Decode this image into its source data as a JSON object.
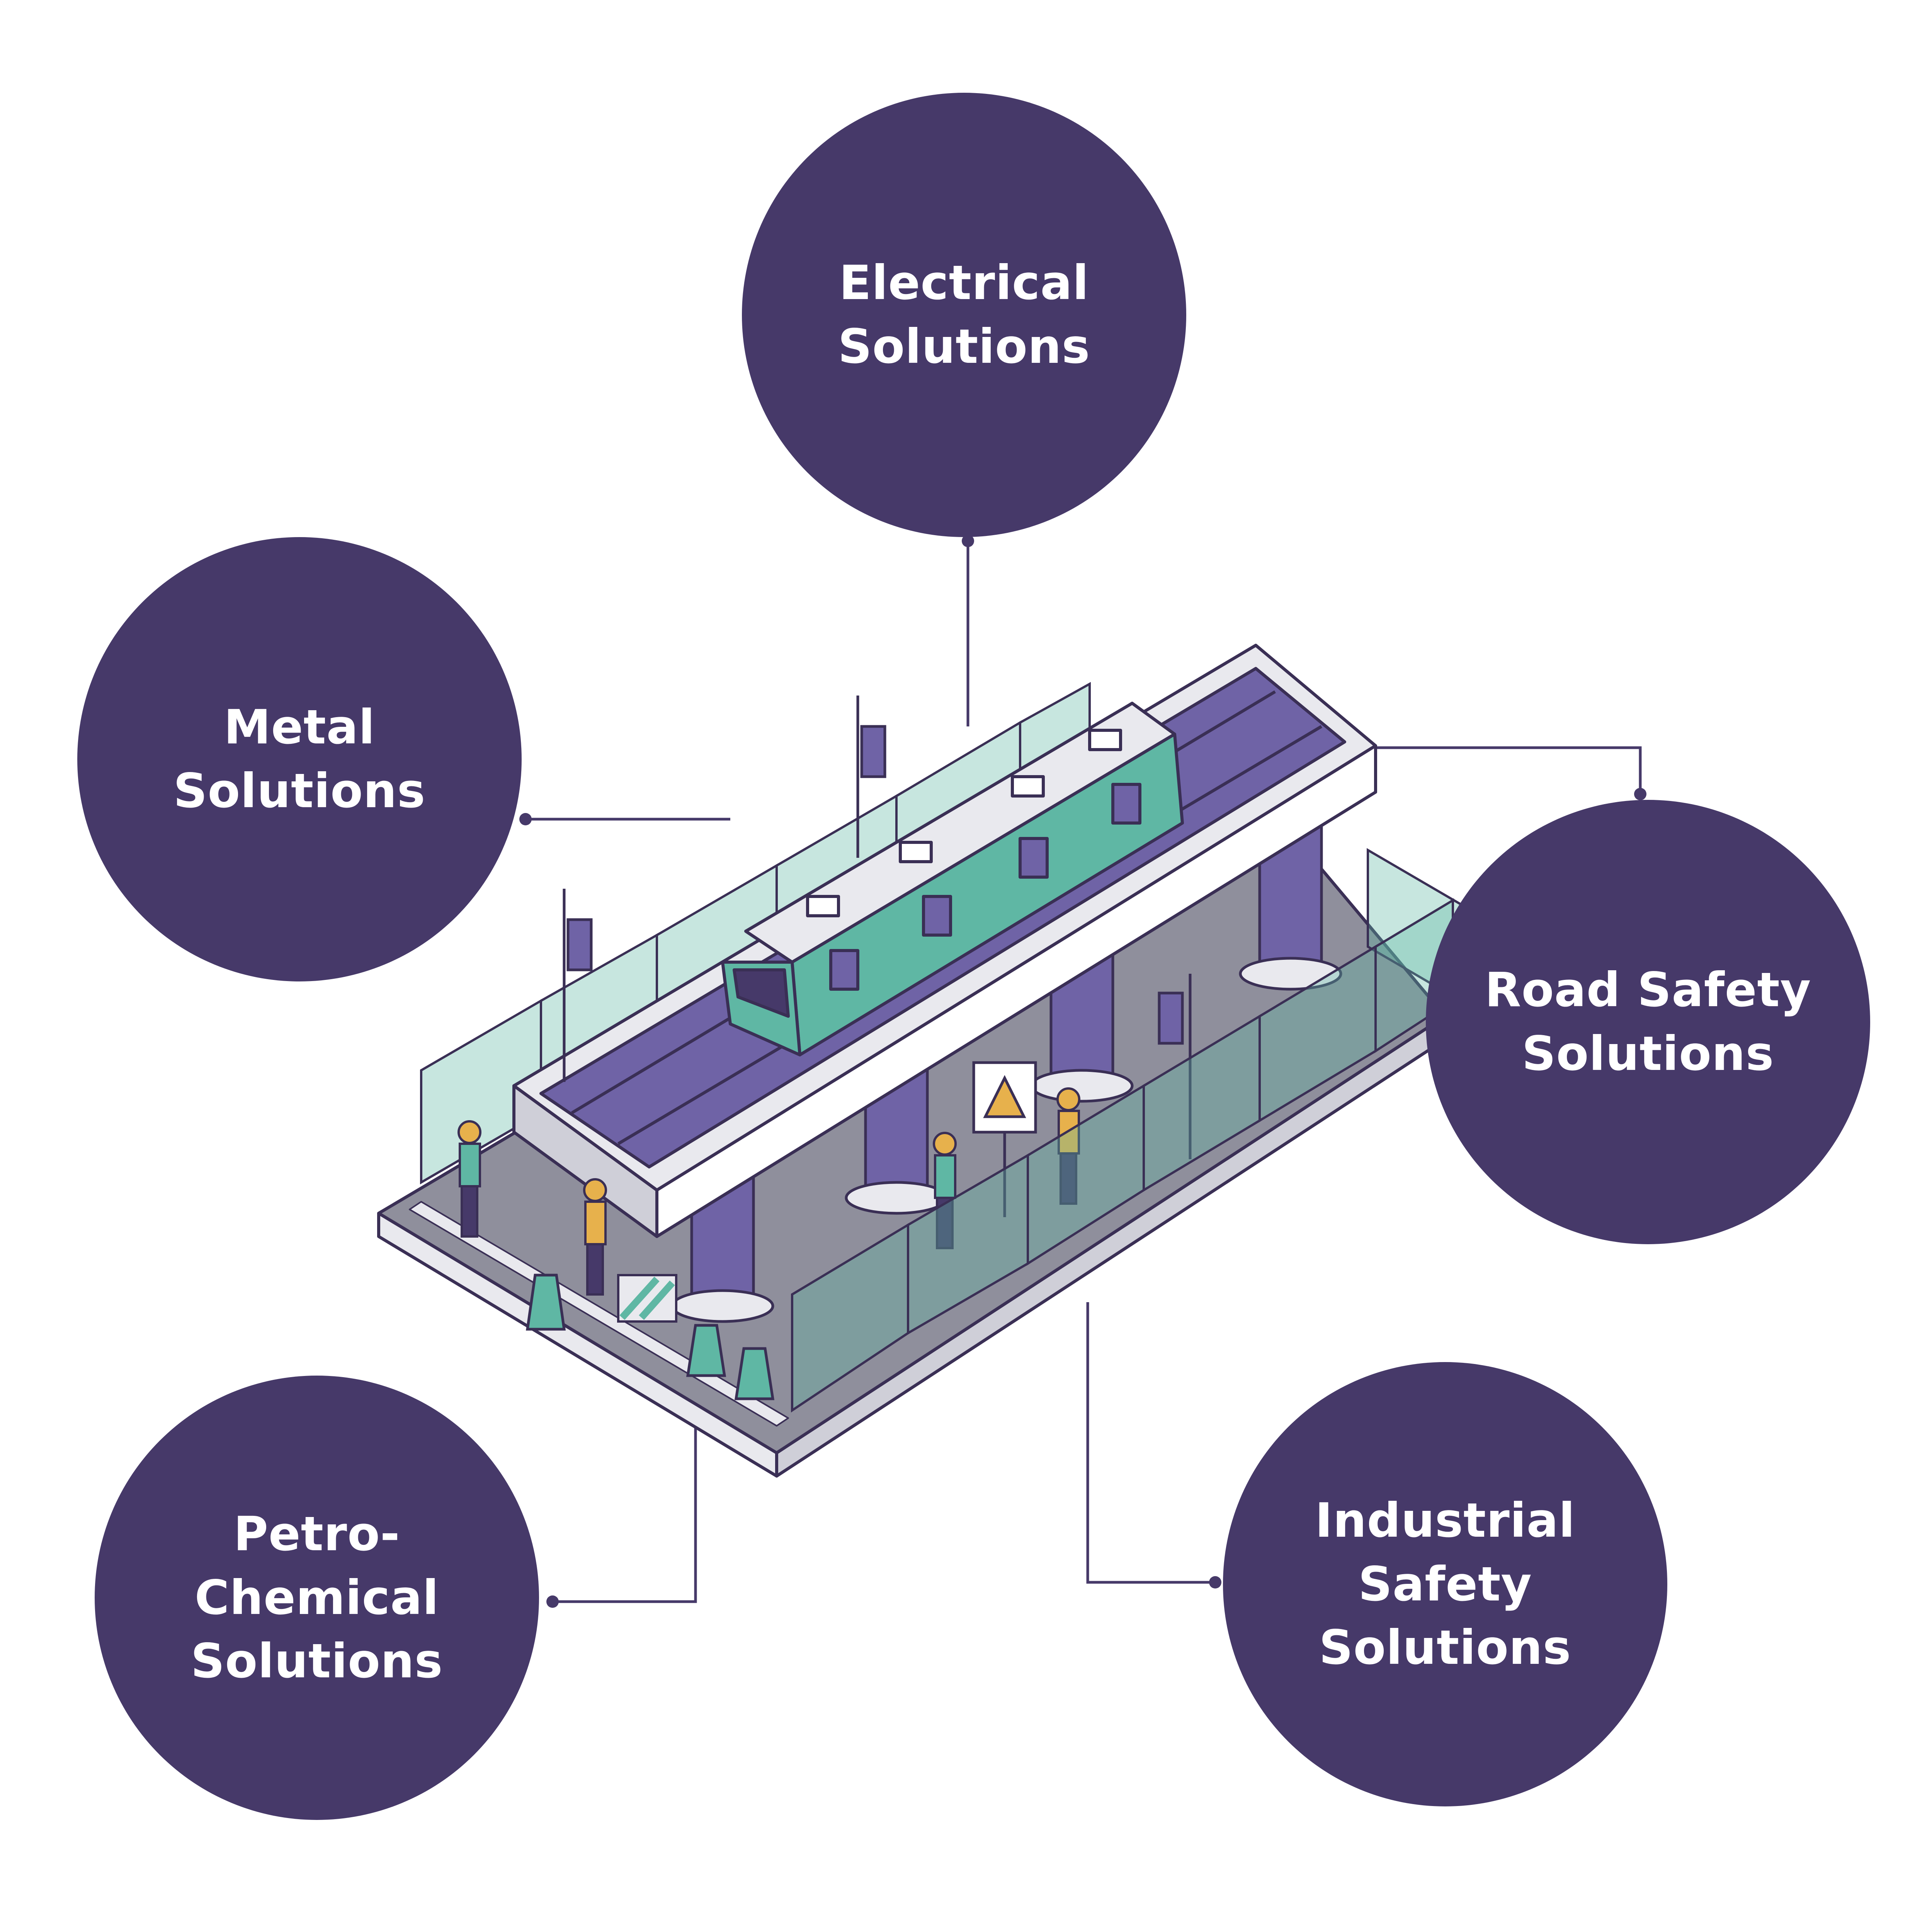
{
  "nodes": [
    {
      "key": "electrical",
      "label": "Electrical\nSolutions"
    },
    {
      "key": "metal",
      "label": "Metal\nSolutions"
    },
    {
      "key": "road",
      "label": "Road Safety\nSolutions"
    },
    {
      "key": "petro",
      "label": "Petro-\nChemical\nSolutions"
    },
    {
      "key": "industrial",
      "label": "Industrial\nSafety\nSolutions"
    }
  ],
  "illustration": {
    "subject": "elevated-train-construction-site",
    "icons": [
      "train-icon",
      "traffic-cone-icon",
      "warning-sign-icon",
      "worker-icon",
      "traffic-light-icon",
      "fence-icon",
      "barrier-icon",
      "security-camera-icon"
    ]
  },
  "colors": {
    "circle_fill": "#463969",
    "circle_text": "#ffffff",
    "connector": "#463969",
    "accent_teal": "#5fb7a4",
    "pillar_purple": "#6f63a6",
    "outline": "#3a2f55",
    "light_gray": "#e9e9ee",
    "ground_gray": "#8f8f9c"
  }
}
